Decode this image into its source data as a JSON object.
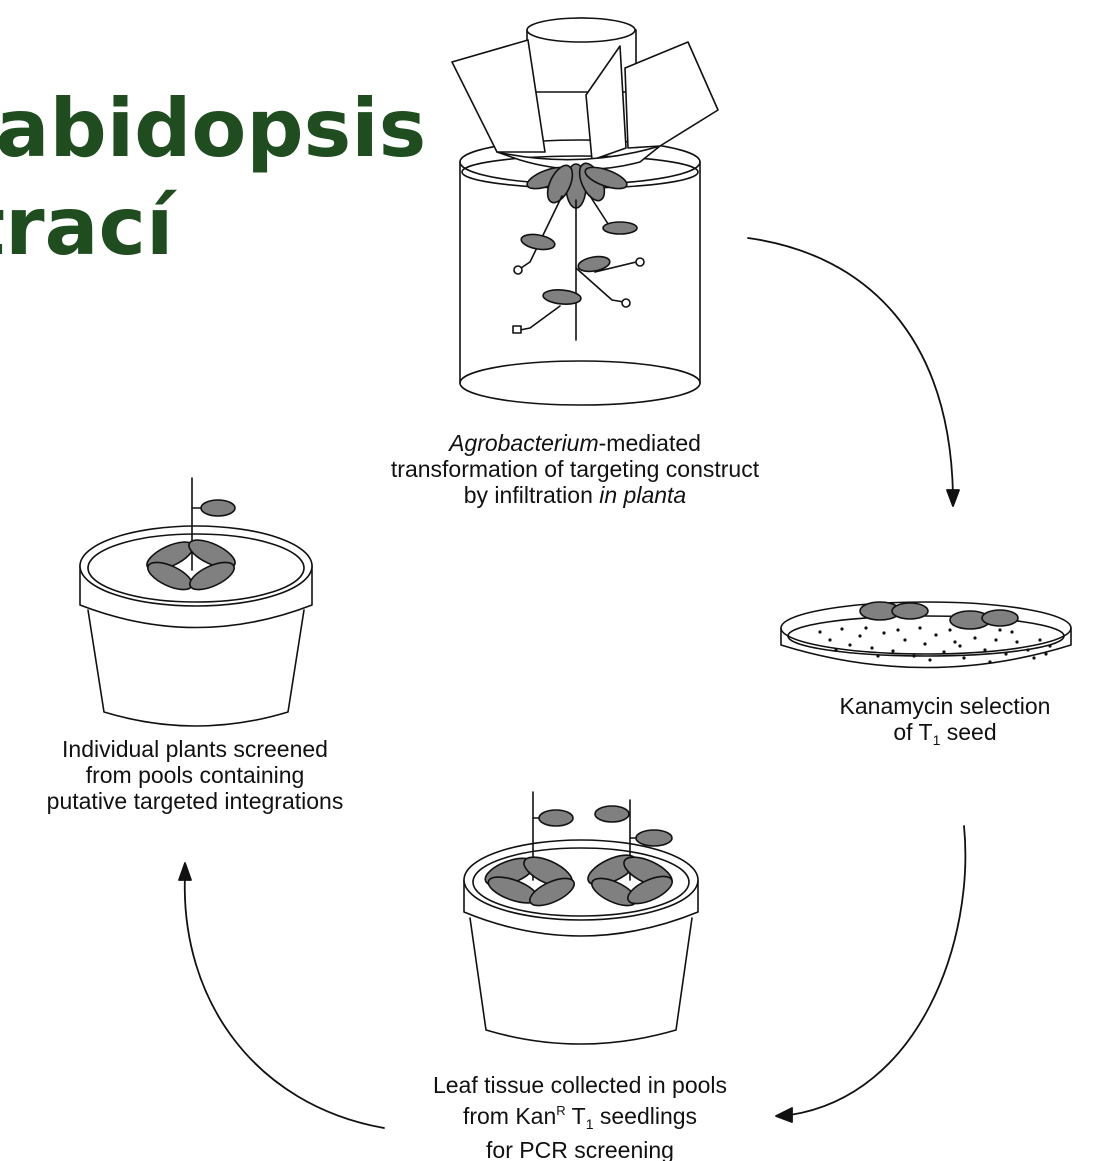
{
  "title": {
    "line1": "rabidopsis",
    "line2": "iltrací",
    "color": "#1f4d1f"
  },
  "captions": {
    "infiltration": {
      "italic_part": "Agrobacterium",
      "line1_rest": "-mediated",
      "line2": "transformation of targeting construct",
      "line3_prefix": "by infiltration ",
      "line3_italic": "in planta"
    },
    "kanamycin": {
      "line1": "Kanamycin selection",
      "line2_prefix": "of T",
      "line2_sub": "1",
      "line2_suffix": " seed"
    },
    "leaf_tissue": {
      "line1": "Leaf tissue collected in pools",
      "line2_prefix": "from Kan",
      "line2_sup": "R",
      "line2_mid": " T",
      "line2_sub": "1",
      "line2_suffix": " seedlings",
      "line3": "for PCR screening"
    },
    "individual": {
      "line1": "Individual plants screened",
      "line2": "from pools containing",
      "line3": "putative targeted integrations"
    }
  },
  "colors": {
    "leaf_fill": "#808080",
    "line": "#111111"
  }
}
